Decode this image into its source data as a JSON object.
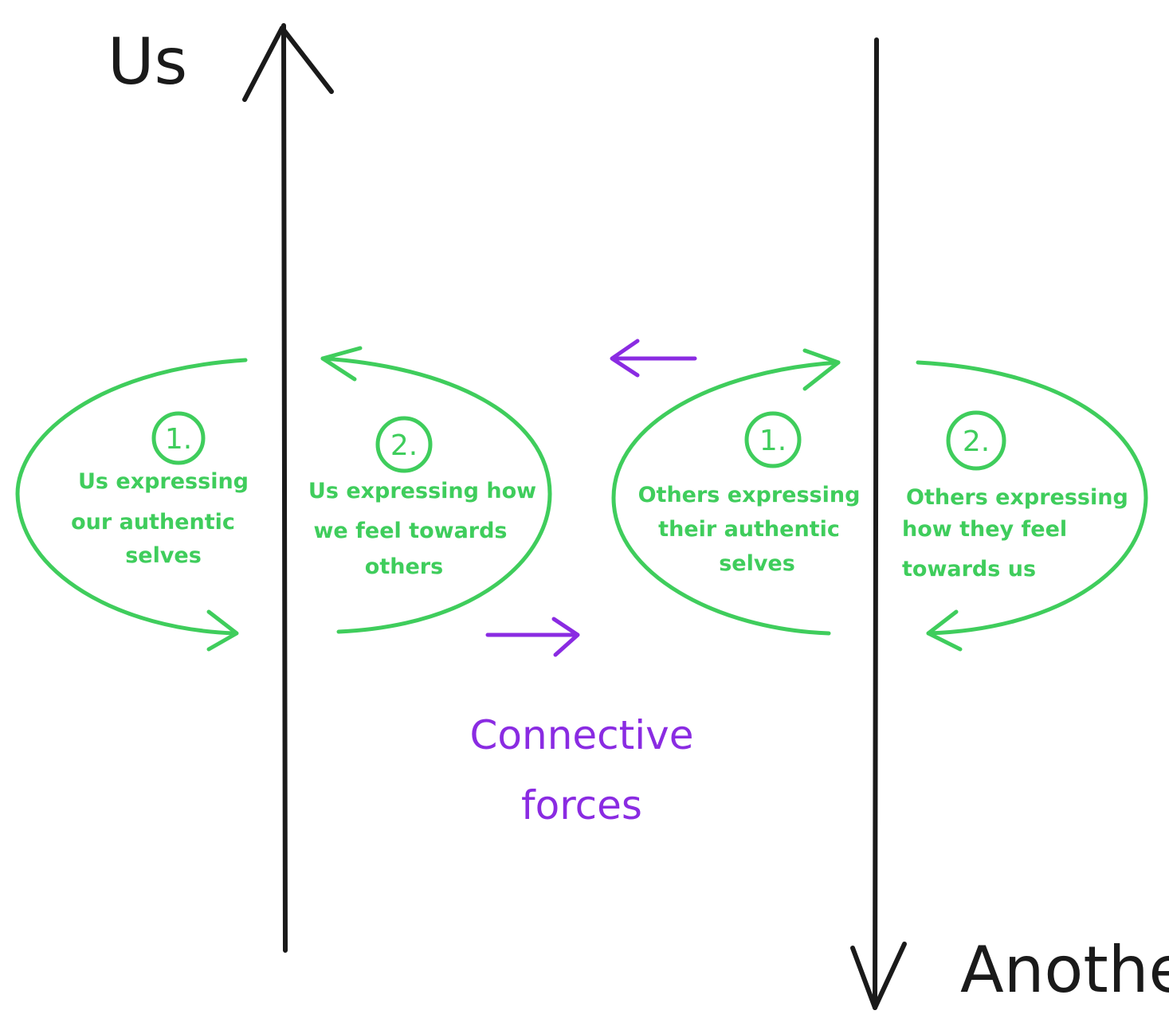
{
  "labels": {
    "top_left": "Us",
    "bottom_right": "Another"
  },
  "loops": [
    {
      "number": "1.",
      "lines": [
        "Us expressing",
        "our authentic",
        "selves"
      ]
    },
    {
      "number": "2.",
      "lines": [
        "Us expressing how",
        "we feel towards",
        "others"
      ]
    },
    {
      "number": "1.",
      "lines": [
        "Others expressing",
        "their authentic",
        "selves"
      ]
    },
    {
      "number": "2.",
      "lines": [
        "Others expressing",
        "how they feel",
        "towards us"
      ]
    }
  ],
  "center_label": [
    "Connective",
    "forces"
  ],
  "colors": {
    "ink": "#1a1a1a",
    "green": "#3fcd5c",
    "purple": "#8a2be2"
  }
}
